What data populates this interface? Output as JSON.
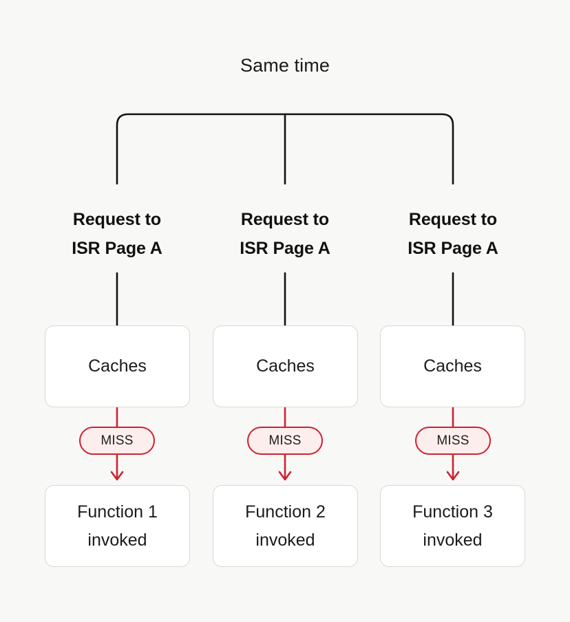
{
  "diagram": {
    "title": "Same time",
    "background_color": "#f8f8f7",
    "accent_color": "#cf2130",
    "line_color": "#111111",
    "box_border_color": "#d8d8d6",
    "box_fill_color": "#ffffff",
    "badge_fill_color": "#fdeeee",
    "columns": [
      {
        "heading_line1": "Request to",
        "heading_line2": "ISR Page A",
        "cache_label": "Caches",
        "badge_label": "MISS",
        "function_line1": "Function 1",
        "function_line2": "invoked"
      },
      {
        "heading_line1": "Request to",
        "heading_line2": "ISR Page A",
        "cache_label": "Caches",
        "badge_label": "MISS",
        "function_line1": "Function 2",
        "function_line2": "invoked"
      },
      {
        "heading_line1": "Request to",
        "heading_line2": "ISR Page A",
        "cache_label": "Caches",
        "badge_label": "MISS",
        "function_line1": "Function 3",
        "function_line2": "invoked"
      }
    ]
  }
}
